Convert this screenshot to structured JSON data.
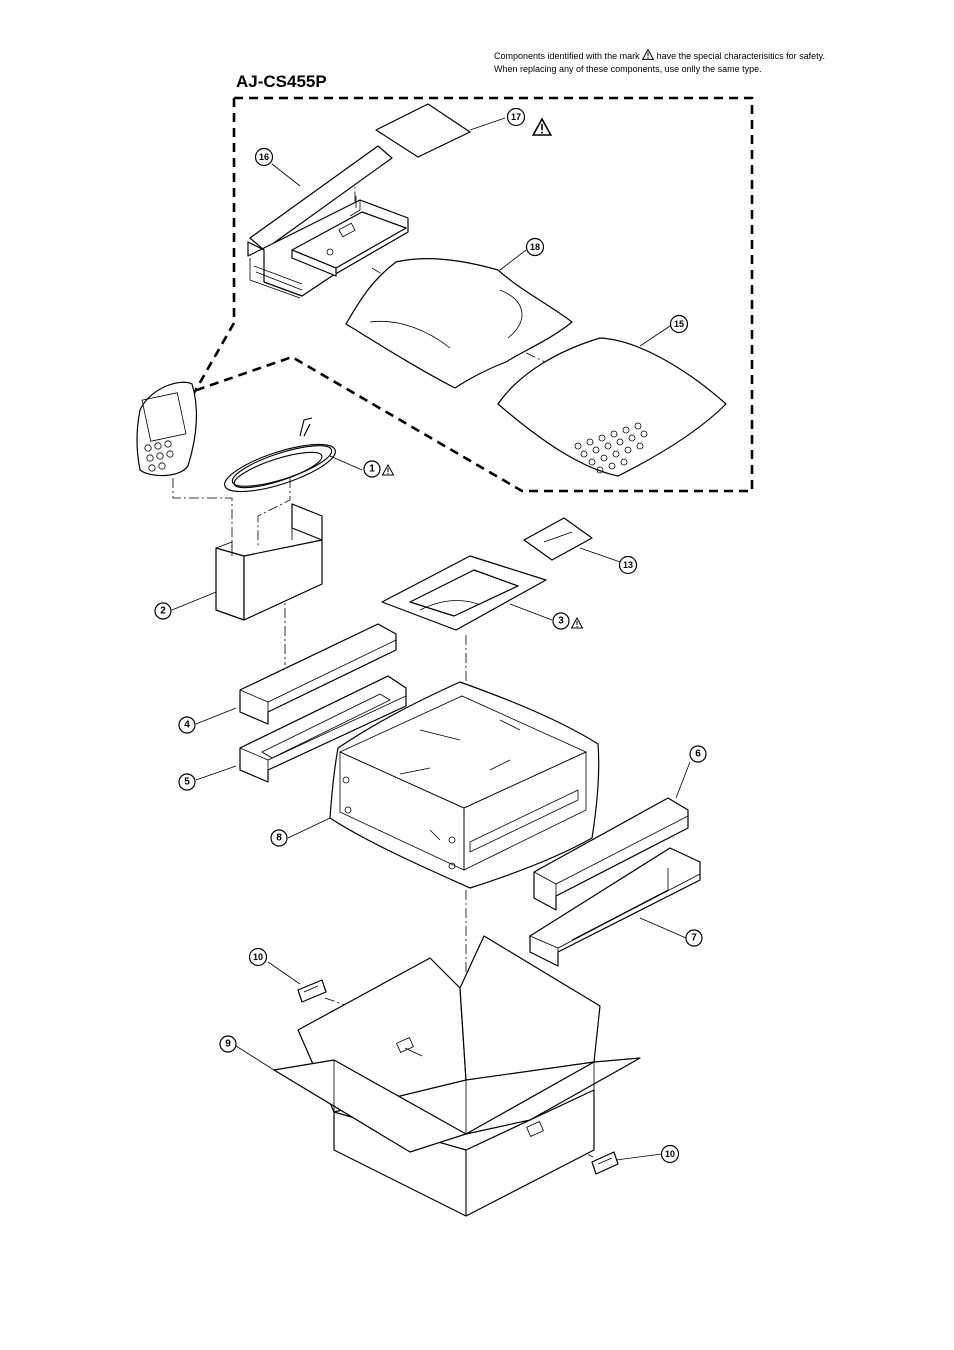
{
  "safety_note": {
    "line1_before": "Components identified with the mark",
    "line1_after": "have the special characterisitics for safety.",
    "line2": "When replacing any of these components, use onlly the same type."
  },
  "model_label": "AJ-CS455P",
  "callouts": [
    {
      "id": "1",
      "label": "1",
      "safety": true
    },
    {
      "id": "2",
      "label": "2",
      "safety": false
    },
    {
      "id": "3",
      "label": "3",
      "safety": true
    },
    {
      "id": "4",
      "label": "4",
      "safety": false
    },
    {
      "id": "5",
      "label": "5",
      "safety": false
    },
    {
      "id": "6",
      "label": "6",
      "safety": false
    },
    {
      "id": "7",
      "label": "7",
      "safety": false
    },
    {
      "id": "8",
      "label": "8",
      "safety": false
    },
    {
      "id": "9",
      "label": "9",
      "safety": false
    },
    {
      "id": "10a",
      "label": "10",
      "safety": false
    },
    {
      "id": "10b",
      "label": "10",
      "safety": false
    },
    {
      "id": "13",
      "label": "13",
      "safety": false
    },
    {
      "id": "15",
      "label": "15",
      "safety": false
    },
    {
      "id": "16",
      "label": "16",
      "safety": false
    },
    {
      "id": "17",
      "label": "17",
      "safety": true
    },
    {
      "id": "18",
      "label": "18",
      "safety": false
    }
  ]
}
